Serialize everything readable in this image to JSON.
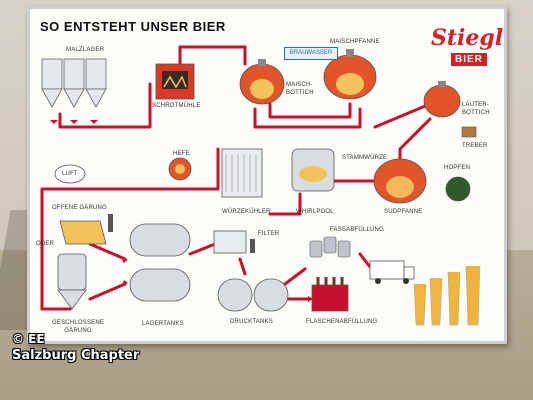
{
  "poster": {
    "title": "SO ENTSTEHT UNSER BIER",
    "brand": {
      "name": "Stiegl",
      "sub": "BIER",
      "color": "#d42027"
    },
    "labels": {
      "malzlager": "MALZLAGER",
      "schrotmuehle": "SCHROTMÜHLE",
      "brauwasser": "BRAUWASSER",
      "maischbottich": "MAISCH-\nBOTTICH",
      "maischpfanne": "MAISCHPFANNE",
      "laeuterbottich": "LÄUTER-\nBOTTICH",
      "treber": "TREBER",
      "stammwuerze": "STAMMWÜRZE",
      "hopfen": "HOPFEN",
      "sudpfanne": "SUDPFANNE",
      "whirlpool": "WHIRLPOOL",
      "wuerzekuehler": "WÜRZEKÜHLER",
      "hefe": "HEFE",
      "luft": "LUFT",
      "offene_gaerung": "OFFENE GÄRUNG",
      "oder": "ODER",
      "geschlossene_gaerung": "GESCHLOSSENE\nGÄRUNG",
      "lagertanks": "LAGERTANKS",
      "filter": "FILTER",
      "drucktanks": "DRUCKTANKS",
      "fassabfuellung": "FASSABFÜLLUNG",
      "flaschenabfuellung": "FLASCHENABFÜLLUNG"
    },
    "colors": {
      "flow": "#c8102e",
      "vessel": "#e2542a",
      "steel": "#d9dde2"
    }
  },
  "watermark": {
    "line1": "© EE",
    "line2": "Salzburg Chapter"
  }
}
